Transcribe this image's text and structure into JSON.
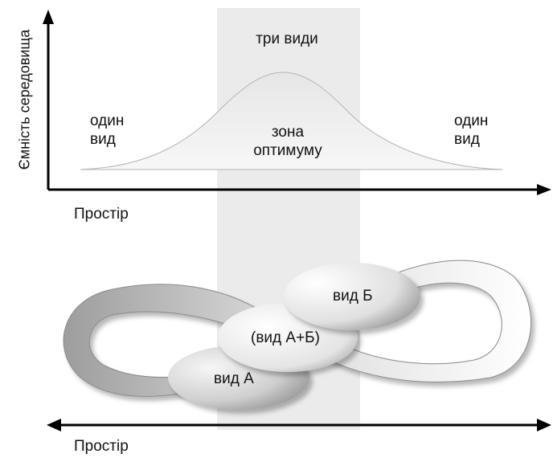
{
  "top_diagram": {
    "y_axis_label": "Ємність середовища",
    "x_axis_label": "Простір",
    "left_label": [
      "один",
      "вид"
    ],
    "right_label": [
      "один",
      "вид"
    ],
    "peak_label": "три види",
    "center_label": [
      "зона",
      "оптимуму"
    ]
  },
  "bottom_diagram": {
    "species_a_label": "вид А",
    "species_b_label": "вид Б",
    "overlap_label": "(вид А+Б)",
    "x_axis_label": "Простір"
  }
}
